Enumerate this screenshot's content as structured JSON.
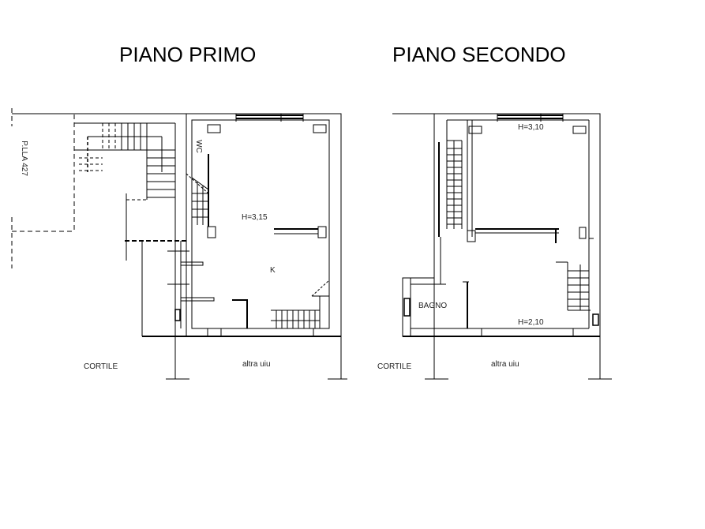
{
  "titles": {
    "first_floor": "PIANO PRIMO",
    "second_floor": "PIANO SECONDO"
  },
  "first_floor": {
    "parcel_label": "P.LLA 427",
    "wc_label": "WC",
    "height_label": "H=3,15",
    "kitchen_label": "K",
    "courtyard_label": "CORTILE",
    "other_unit_label": "altra uiu"
  },
  "second_floor": {
    "height_top_label": "H=3,10",
    "bathroom_label": "BAGNO",
    "height_bottom_label": "H=2,10",
    "courtyard_label": "CORTILE",
    "other_unit_label": "altra uiu"
  },
  "colors": {
    "line": "#000000",
    "background": "#ffffff"
  }
}
